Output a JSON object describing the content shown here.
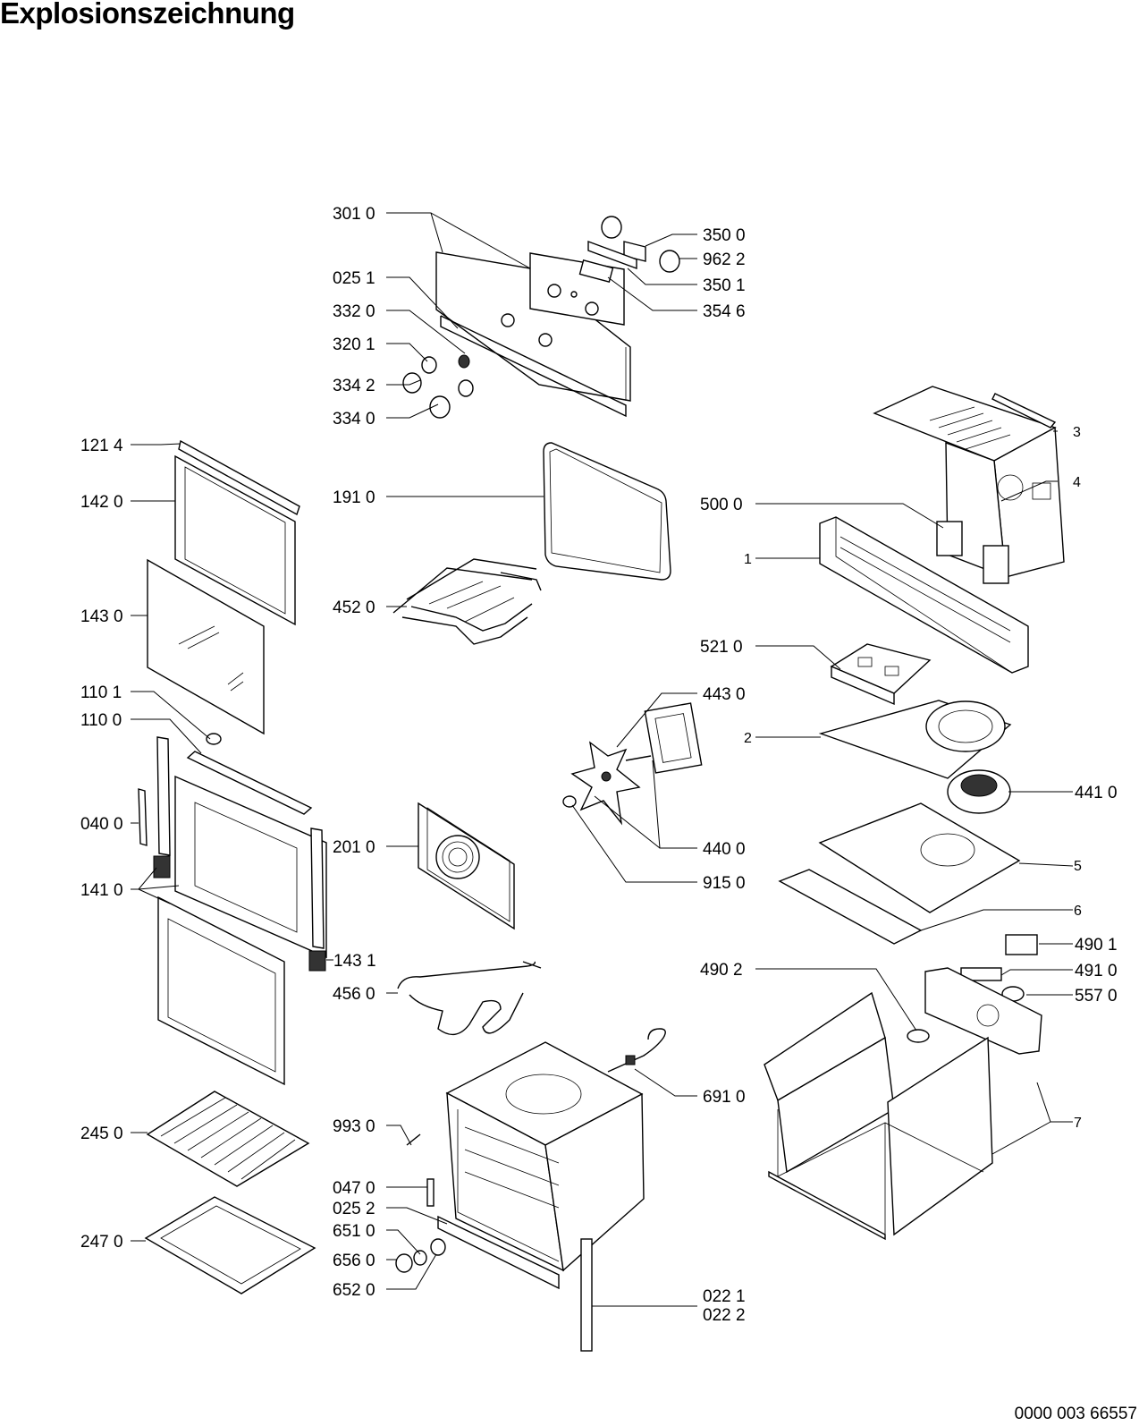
{
  "title": "Explosionszeichnung",
  "document_number": "0000 003 66557",
  "callouts": {
    "c3010": "301 0",
    "c0251": "025 1",
    "c3320": "332 0",
    "c3201": "320 1",
    "c3342": "334 2",
    "c3340": "334 0",
    "c3500": "350 0",
    "c9622": "962 2",
    "c3501": "350 1",
    "c3546": "354 6",
    "c1214": "121 4",
    "c1420": "142 0",
    "c1910": "191 0",
    "c1430": "143 0",
    "c4520": "452 0",
    "c1101": "110 1",
    "c1100": "110 0",
    "c0400": "040 0",
    "c2010": "201 0",
    "c1410": "141 0",
    "c1431": "143 1",
    "c4560": "456 0",
    "c2450": "245 0",
    "c2470": "247 0",
    "c9930": "993 0",
    "c0470": "047 0",
    "c0252": "025 2",
    "c6510": "651 0",
    "c6560": "656 0",
    "c6520": "652 0",
    "c0221": "022 1",
    "c0222": "022 2",
    "c6910": "691 0",
    "c3": "3",
    "c4": "4",
    "c5000": "500 0",
    "c1": "1",
    "c5210": "521 0",
    "c4430": "443 0",
    "c2": "2",
    "c4410": "441 0",
    "c4400": "440 0",
    "c9150": "915 0",
    "c5": "5",
    "c6": "6",
    "c4901": "490 1",
    "c4902": "490 2",
    "c4910": "491 0",
    "c5570": "557 0",
    "c7": "7"
  }
}
